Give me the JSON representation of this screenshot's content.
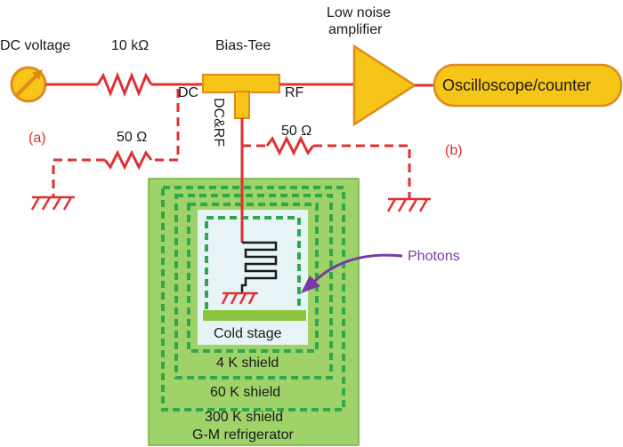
{
  "labels": {
    "dc_voltage": "DC voltage",
    "resistor_top": "10 kΩ",
    "bias_tee": "Bias-Tee",
    "amp_line1": "Low noise",
    "amp_line2": "amplifier",
    "dc_port": "DC",
    "rf_port": "RF",
    "dcrf_port": "DC&RF",
    "oscilloscope": "Oscilloscope/counter",
    "label_a": "(a)",
    "label_b": "(b)",
    "res_a": "50 Ω",
    "res_b": "50 Ω",
    "photons": "Photons",
    "cold_stage": "Cold stage",
    "shield_4k": "4 K shield",
    "shield_60k": "60 K shield",
    "shield_300k": "300 K shield",
    "gm_refrigerator": "G-M refrigerator"
  },
  "colors": {
    "wire": "#e03131",
    "component_fill": "#f5c518",
    "component_stroke": "#e08a1e",
    "refrigerator": "#9fd36a",
    "shield_stroke": "#2ea84a",
    "cold_region": "#e6f4f8",
    "cold_stage_bar": "#8cc63f",
    "photon_arrow": "#7a3aa6"
  }
}
